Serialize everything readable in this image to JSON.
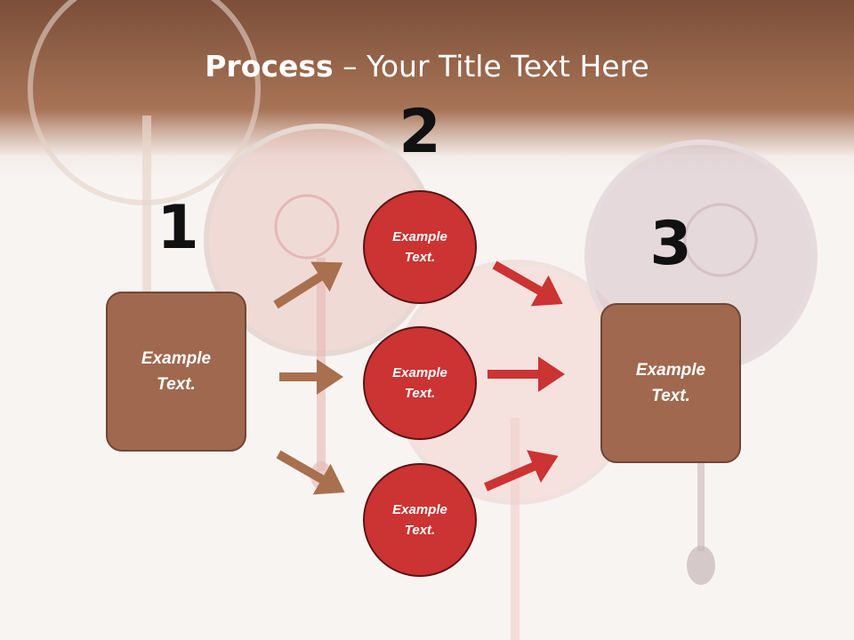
{
  "title": {
    "bold": "Process",
    "rest": " – Your Title Text Here"
  },
  "steps": {
    "one": "1",
    "two": "2",
    "three": "3"
  },
  "boxes": {
    "left": {
      "line1": "Example",
      "line2": "Text."
    },
    "right": {
      "line1": "Example",
      "line2": "Text."
    }
  },
  "circles": [
    {
      "line1": "Example",
      "line2": "Text."
    },
    {
      "line1": "Example",
      "line2": "Text."
    },
    {
      "line1": "Example",
      "line2": "Text."
    }
  ],
  "colors": {
    "brown_box": "#a0684e",
    "red_circle": "#cc3333",
    "brown_arrow": "#a8704f",
    "red_arrow": "#cc3333",
    "title_text": "#ffffff"
  }
}
